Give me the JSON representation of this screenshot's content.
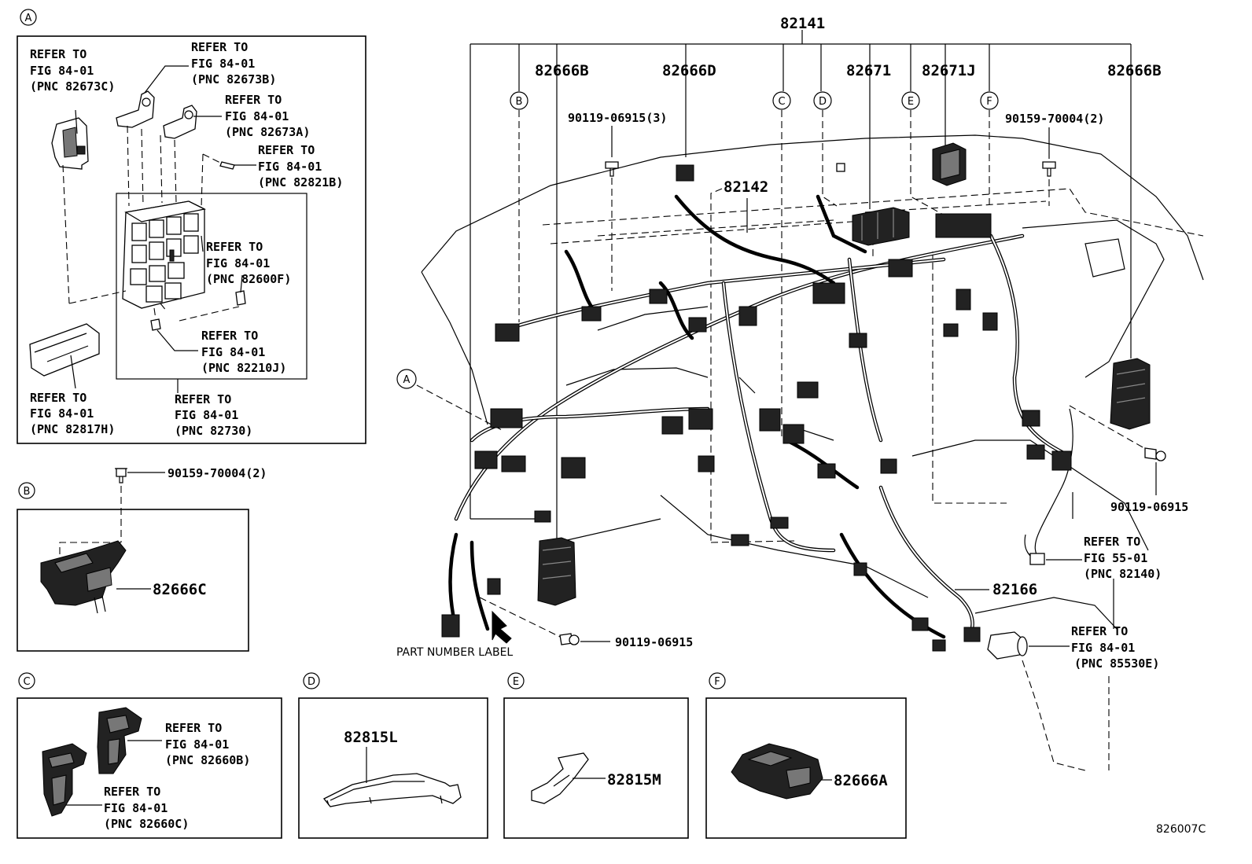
{
  "callouts": {
    "main_harness": "82141",
    "sub_harness": "82142",
    "connector_left": "82666B",
    "connector_right": "82666B",
    "connector_d": "82666D",
    "relay": "82671",
    "relay_j": "82671J",
    "bolt_top": "90119-06915(3)",
    "bolt_top_right": "90159-70004(2)",
    "bolt_right": "90119-06915",
    "bolt_bottom": "90119-06915",
    "cord": "82166",
    "part_label": "PART NUMBER LABEL",
    "figure_code": "826007C"
  },
  "section_letters": [
    "A",
    "B",
    "C",
    "D",
    "E",
    "F"
  ],
  "refer": {
    "prefix": "REFER TO",
    "a1": {
      "fig": "FIG 84-01",
      "pnc": "(PNC 82673C)"
    },
    "a2": {
      "fig": "FIG 84-01",
      "pnc": "(PNC 82673B)"
    },
    "a3": {
      "fig": "FIG 84-01",
      "pnc": "(PNC 82673A)"
    },
    "a4": {
      "fig": "FIG 84-01",
      "pnc": "(PNC 82821B)"
    },
    "a5": {
      "fig": "FIG 84-01",
      "pnc": "(PNC 82600F)"
    },
    "a6": {
      "fig": "FIG 84-01",
      "pnc": "(PNC 82210J)"
    },
    "a7": {
      "fig": "FIG 84-01",
      "pnc": "(PNC 82817H)"
    },
    "a8": {
      "fig": "FIG 84-01",
      "pnc": "(PNC 82730)"
    },
    "c1": {
      "fig": "FIG 84-01",
      "pnc": "(PNC 82660B)"
    },
    "c2": {
      "fig": "FIG 84-01",
      "pnc": "(PNC 82660C)"
    },
    "m1": {
      "fig": "FIG 55-01",
      "pnc": "(PNC 82140)"
    },
    "m2": {
      "fig": "FIG 84-01",
      "pnc": "(PNC 85530E)"
    }
  },
  "panel_b": {
    "bolt": "90159-70004(2)",
    "part": "82666C"
  },
  "panel_d": {
    "part": "82815L"
  },
  "panel_e": {
    "part": "82815M"
  },
  "panel_f": {
    "part": "82666A"
  }
}
